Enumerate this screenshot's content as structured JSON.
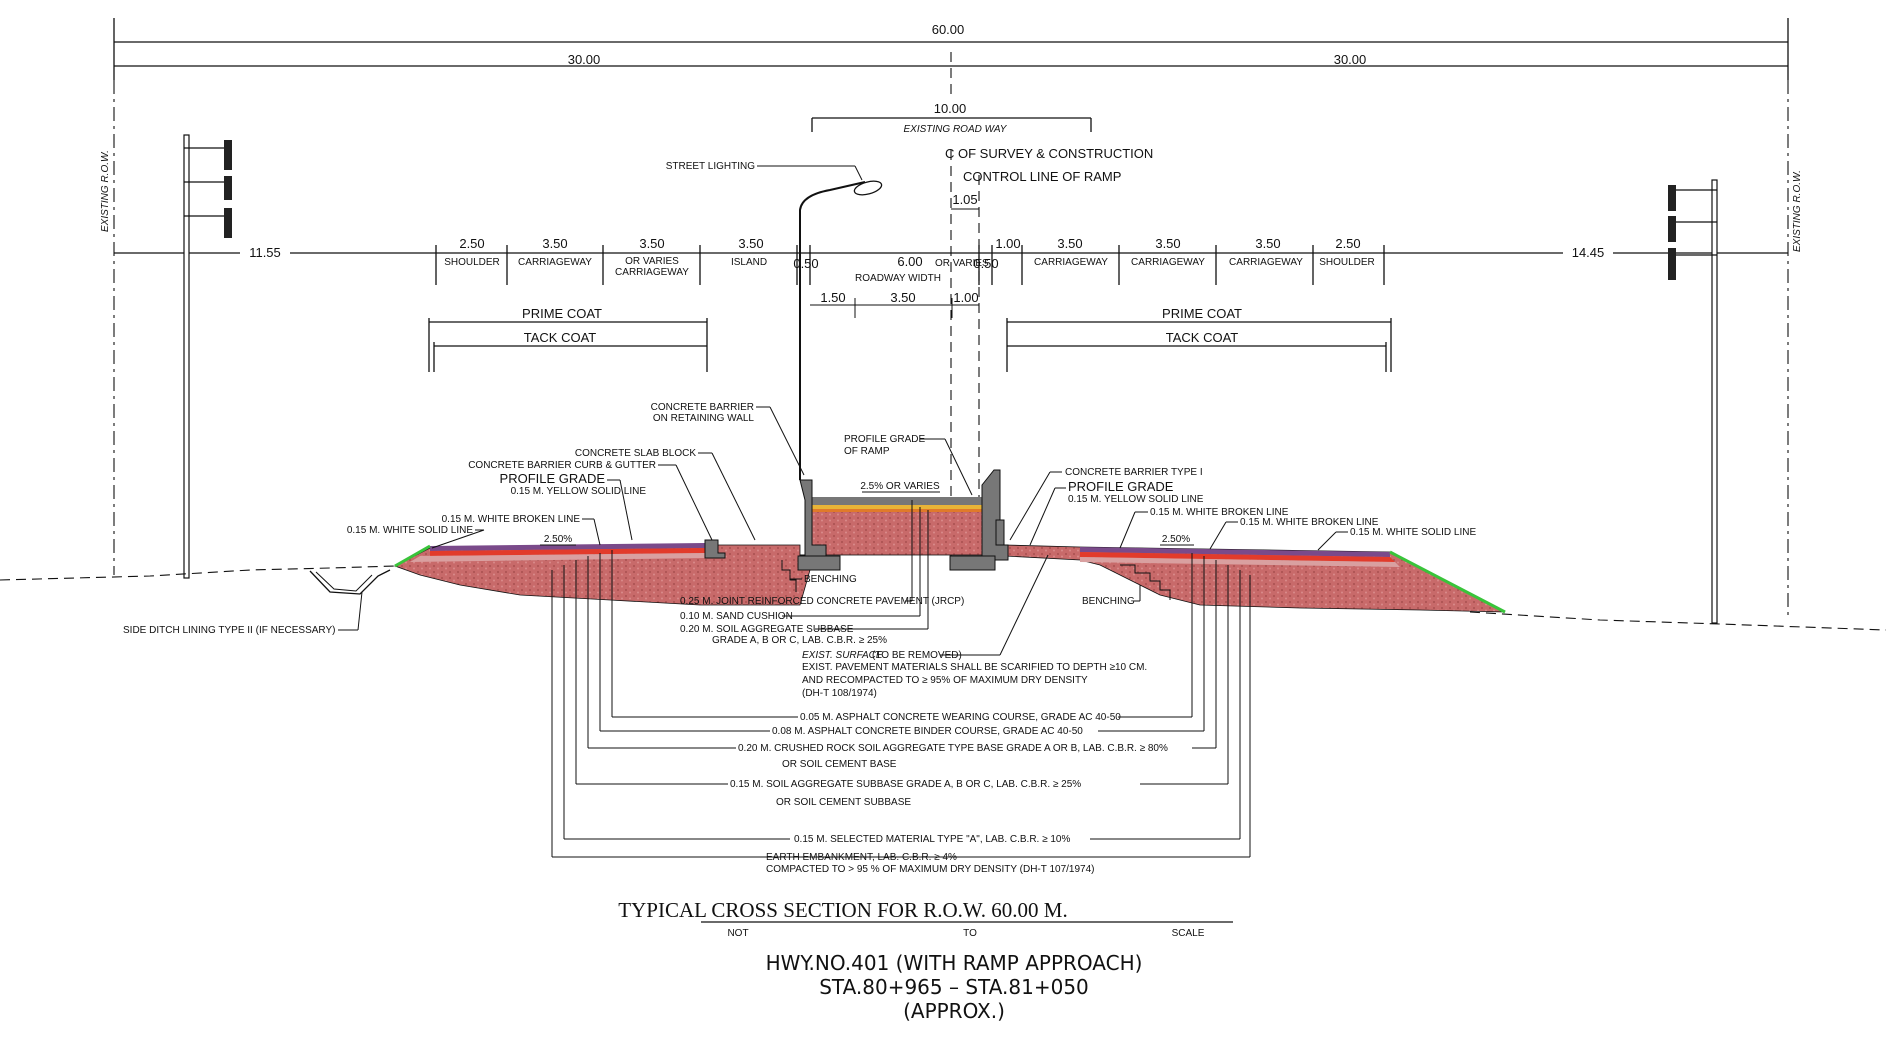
{
  "colors": {
    "fill": "#c86a6a",
    "fill_top": "#d9a0a0",
    "wearing": "#7a4a8a",
    "binder": "#e23b2b",
    "slope_green": "#39c43a",
    "concrete": "#777777",
    "jrcp_yellow": "#e8b437",
    "line": "#111111"
  },
  "dims": {
    "total": "60.00",
    "left_half": "30.00",
    "right_half": "30.00",
    "existing_roadway": "10.00",
    "existing_roadway_label": "EXISTING ROAD WAY",
    "left_row_offset": "11.55",
    "right_row_offset": "14.45",
    "shoulder_l": "2.50",
    "carriage_l1": "3.50",
    "carriage_l2": "3.50",
    "island": "3.50",
    "gap_l": "0.50",
    "ramp_width": "6.00",
    "ramp_width_note": "OR VARIES",
    "gap_r": "0.50",
    "gap_r2": "1.00",
    "carriage_r1": "3.50",
    "carriage_r2": "3.50",
    "carriage_r3": "3.50",
    "shoulder_r": "2.50",
    "ramp_a": "1.50",
    "ramp_b": "3.50",
    "ramp_c": "1.00",
    "cl_offset": "1.05"
  },
  "labels": {
    "shoulder": "SHOULDER",
    "carriageway": "CARRIAGEWAY",
    "or_varies": "OR VARIES",
    "island": "ISLAND",
    "roadway_width": "ROADWAY WIDTH",
    "existing_row": "EXISTING R.O.W.",
    "cl_survey": "OF SURVEY & CONSTRUCTION",
    "cl_symbol": "C",
    "control_line": "CONTROL LINE OF RAMP",
    "street_lighting": "STREET LIGHTING",
    "prime_coat": "PRIME COAT",
    "tack_coat": "TACK COAT",
    "concrete_barrier_wall_1": "CONCRETE BARRIER",
    "concrete_barrier_wall_2": "ON RETAINING WALL",
    "concrete_slab_block": "CONCRETE SLAB BLOCK",
    "barrier_curb": "CONCRETE  BARRIER CURB & GUTTER",
    "profile_grade": "PROFILE GRADE",
    "yellow_solid": "0.15 M. YELLOW SOLID LINE",
    "white_broken": "0.15 M. WHITE BROKEN LINE",
    "white_solid": "0.15 M. WHITE SOLID LINE",
    "slope": "2.50%",
    "ramp_slope": "2.5% OR VARIES",
    "profile_grade_ramp_1": "PROFILE GRADE",
    "profile_grade_ramp_2": "OF RAMP",
    "barrier_type_1": "CONCRETE  BARRIER TYPE I",
    "profile_grade_r": "PROFILE GRADE",
    "yellow_solid_r": "0.15 M. YELLOW SOLID LINE",
    "white_broken_r1": "0.15 M. WHITE BROKEN LINE",
    "white_broken_r2": "0.15 M. WHITE BROKEN LINE",
    "white_solid_r": "0.15 M. WHITE SOLID LINE",
    "slope_r": "2.50%",
    "benching": "BENCHING",
    "benching_r": "BENCHING",
    "side_ditch": "SIDE DITCH LINING TYPE II (IF NECESSARY)",
    "jrcp": "0.25 M. JOINT REINFORCED CONCRETE PAVEMENT (JRCP)",
    "sand_cushion": "0.10 M. SAND CUSHION",
    "soil_subbase_1": "0.20 M. SOIL AGGREGATE SUBBASE",
    "soil_subbase_2": "GRADE A, B OR C, LAB. C.B.R. ≥ 25%",
    "exist_surface_1": "EXIST. SURFACE",
    "exist_surface_1b": "(TO BE REMOVED)",
    "exist_surface_2": "EXIST. PAVEMENT MATERIALS SHALL BE SCARIFIED TO DEPTH ≥10 CM.",
    "exist_surface_3": "AND RECOMPACTED TO ≥ 95%  OF MAXIMUM DRY DENSITY",
    "exist_surface_4": "(DH-T 108/1974)",
    "wearing": "0.05 M. ASPHALT CONCRETE WEARING COURSE, GRADE AC 40-50",
    "binder": "0.08 M. ASPHALT CONCRETE BINDER COURSE, GRADE AC 40-50",
    "crushed_rock_1": "0.20 M. CRUSHED ROCK SOIL AGGREGATE TYPE BASE GRADE A OR B, LAB. C.B.R. ≥ 80%",
    "crushed_rock_2": "OR SOIL CEMENT BASE",
    "subbase_1": "0.15 M. SOIL AGGREGATE SUBBASE GRADE A, B OR C, LAB. C.B.R. ≥ 25%",
    "subbase_2": "OR SOIL CEMENT SUBBASE",
    "selected": "0.15 M. SELECTED MATERIAL TYPE \"A\", LAB. C.B.R. ≥ 10%",
    "embankment_1": "EARTH EMBANKMENT, LAB. C.B.R. ≥ 4%",
    "embankment_2": "COMPACTED TO > 95 % OF MAXIMUM DRY DENSITY (DH-T 107/1974)"
  },
  "title": {
    "main": "TYPICAL CROSS SECTION FOR R.O.W. 60.00 M.",
    "not": "NOT",
    "to": "TO",
    "scale": "SCALE",
    "hwy": "HWY.NO.401 (WITH RAMP APPROACH)",
    "sta": "STA.80+965  –  STA.81+050",
    "approx": "(APPROX.)"
  }
}
